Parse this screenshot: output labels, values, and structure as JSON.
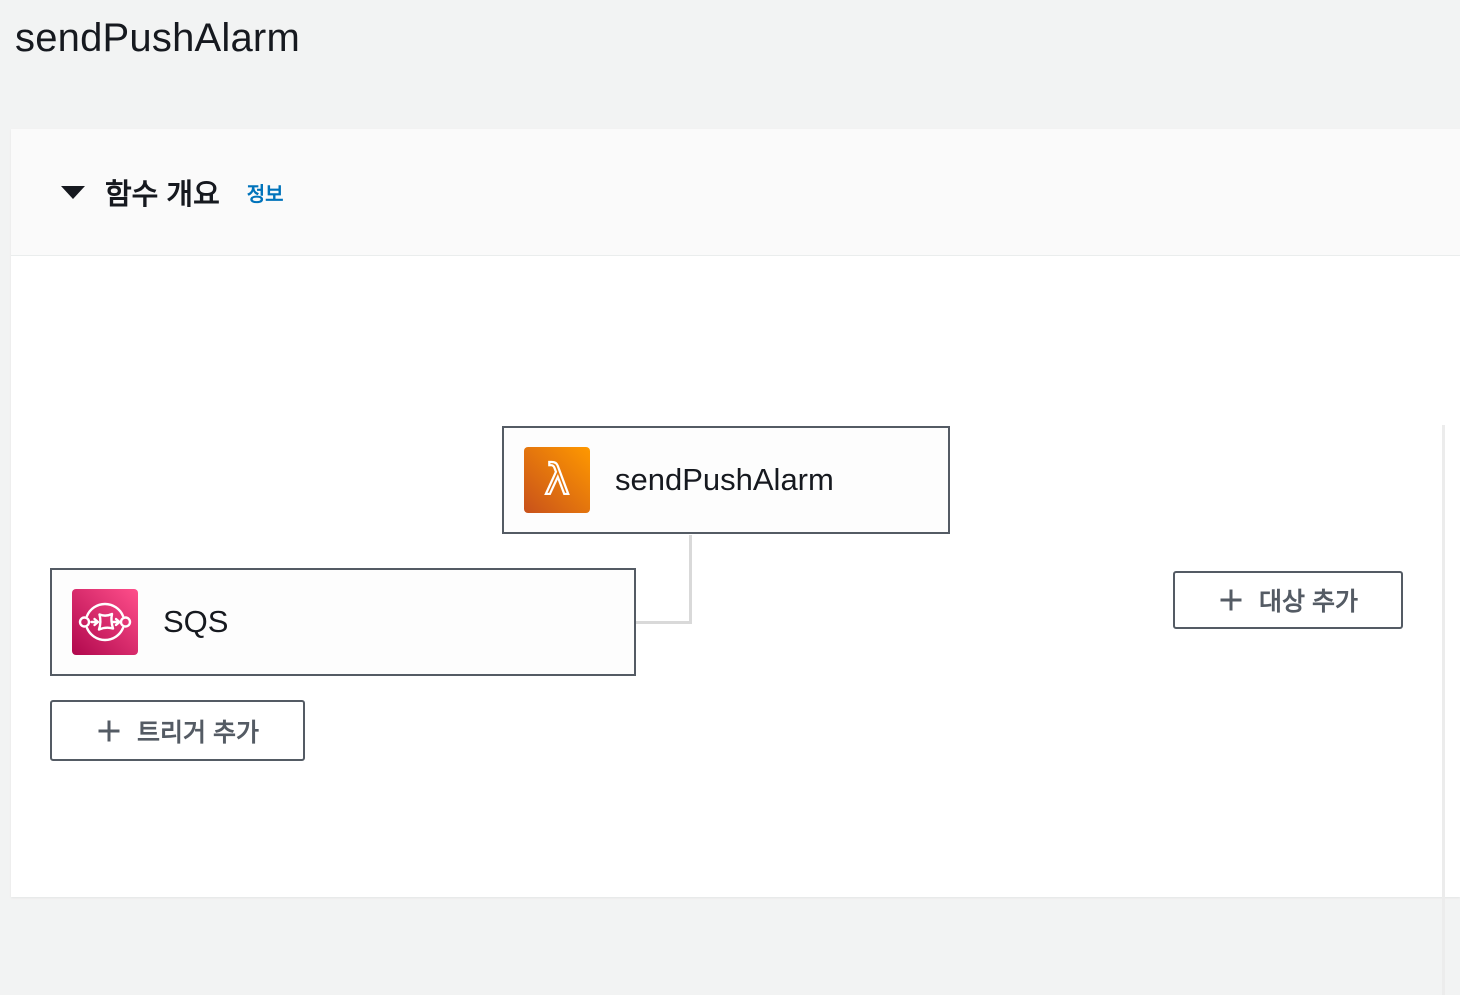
{
  "page": {
    "title": "sendPushAlarm"
  },
  "overview": {
    "title": "함수 개요",
    "info_link": "정보"
  },
  "diagram": {
    "function_node": {
      "label": "sendPushAlarm",
      "icon": "lambda-icon"
    },
    "trigger_node": {
      "label": "SQS",
      "icon": "sqs-icon"
    },
    "add_trigger_label": "트리거 추가",
    "add_destination_label": "대상 추가"
  },
  "colors": {
    "page_background": "#f2f3f3",
    "panel_header_background": "#fafafa",
    "node_border": "#545b64",
    "connector": "#d9d9d9",
    "link_blue": "#0073bb",
    "button_text": "#545b64",
    "lambda_gradient_start": "#c8511b",
    "lambda_gradient_end": "#ff9900",
    "sqs_gradient_start": "#b0084d",
    "sqs_gradient_end": "#ff4f8b"
  }
}
